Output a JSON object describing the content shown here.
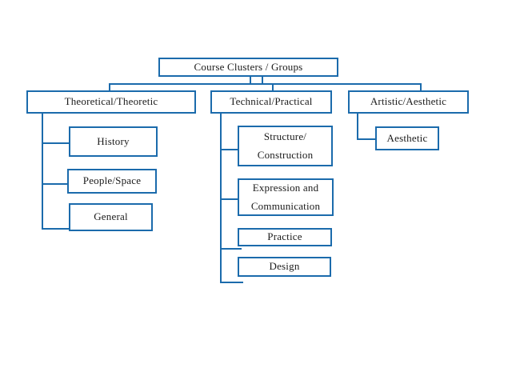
{
  "diagram": {
    "root": {
      "label": "Course Clusters / Groups"
    },
    "branches": [
      {
        "label": "Theoretical/Theoretic",
        "children": [
          {
            "label": "History"
          },
          {
            "label": "People/Space"
          },
          {
            "label": "General"
          }
        ]
      },
      {
        "label": "Technical/Practical",
        "children": [
          {
            "label": "Structure/\nConstruction"
          },
          {
            "label": "Expression and\nCommunication"
          },
          {
            "label": "Practice"
          },
          {
            "label": "Design"
          }
        ]
      },
      {
        "label": "Artistic/Aesthetic",
        "children": [
          {
            "label": "Aesthetic"
          }
        ]
      }
    ],
    "colors": {
      "line": "#1B6BAC",
      "text": "#1B1B1B",
      "background": "#FFFFFF"
    }
  }
}
